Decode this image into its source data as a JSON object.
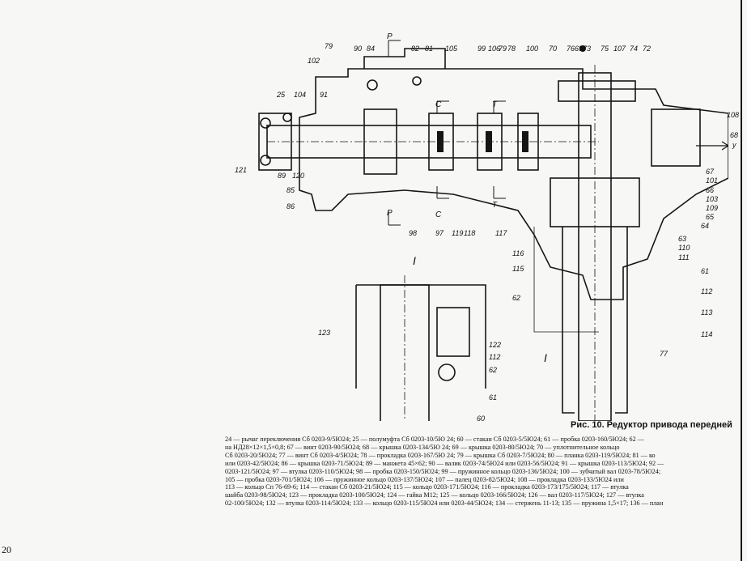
{
  "figure": {
    "caption": "Рис. 10. Редуктор привода передней",
    "callouts": [
      "79",
      "90",
      "84",
      "82",
      "81",
      "105",
      "99",
      "106",
      "79",
      "78",
      "100",
      "70",
      "76",
      "69",
      "73",
      "75",
      "107",
      "74",
      "72",
      "102",
      "25",
      "104",
      "91",
      "108",
      "68",
      "у",
      "121",
      "89",
      "120",
      "85",
      "86",
      "98",
      "97",
      "119",
      "118",
      "117",
      "67",
      "101",
      "66",
      "103",
      "109",
      "65",
      "64",
      "63",
      "110",
      "111",
      "61",
      "112",
      "113",
      "114",
      "116",
      "115",
      "62",
      "77",
      "123",
      "122",
      "112",
      "62",
      "61",
      "60"
    ],
    "section_letters": [
      "Р",
      "Р",
      "С",
      "С",
      "Т",
      "Т",
      "I",
      "I"
    ]
  },
  "legend_lines": [
    "24 — рычаг переключения Сб 0203-9/5Ю24; 25 — полумуфта Сб 0203-10/5Ю 24; 60 — стакан Сб 0203-5/5Ю24; 61 — пробка 0203-160/5Ю24; 62 —",
    "на НД28×12×1,5×0,8; 67 — винт 0203-90/5Ю24; 68 — крышка 0203-134/5Ю 24; 69 — крышка 0203-80/5Ю24; 70 — уплотнительное кольцо",
    "Сб 0203-20/5Ю24; 77 — винт Сб 0203-4/5Ю24; 78 — прокладка 0203-167/5Ю 24; 79 — крышка Сб 0203-7/5Ю24; 80 — планка 0203-119/5Ю24; 81 — ко",
    "или 0203-42/5Ю24; 86 — крышка 0203-71/5Ю24; 89 — манжета 45×62; 90 — валик 0203-74/5Ю24 или 0203-56/5Ю24; 91 — крышка 0203-113/5Ю24; 92 —",
    "0203-121/5Ю24; 97 — втулка 0203-110/5Ю24; 98 — пробка 0203-150/5Ю24; 99 — пружинное кольцо 0203-136/5Ю24; 100 — зубчатый вал 0203-78/5Ю24;",
    "105 — пробка 0203-701/5Ю24; 106 — пружинное кольцо 0203-137/5Ю24; 107 — палец 0203-82/5Ю24; 108 — прокладка 0203-133/5Ю24 или",
    "113 — кольцо Сп 76-69-6; 114 — стакан Сб 0203-21/5Ю24; 115 — кольцо 0203-171/5Ю24; 116 — прокладка 0203-173/175/5Ю24; 117 — втулка",
    "шайба 0203-98/5Ю24; 123 — прокладка 0203-100/5Ю24; 124 — гайка М12; 125 — кольцо 0203-166/5Ю24; 126 — вал 0203-117/5Ю24; 127 — втулка",
    "02-100/5Ю24; 132 — втулка 0203-114/5Ю24; 133 — кольцо 0203-115/5Ю24 или 0203-44/5Ю24; 134 — стержень 11-13; 135 — пружина 1,5×17; 136 — план"
  ],
  "page_number": "20"
}
